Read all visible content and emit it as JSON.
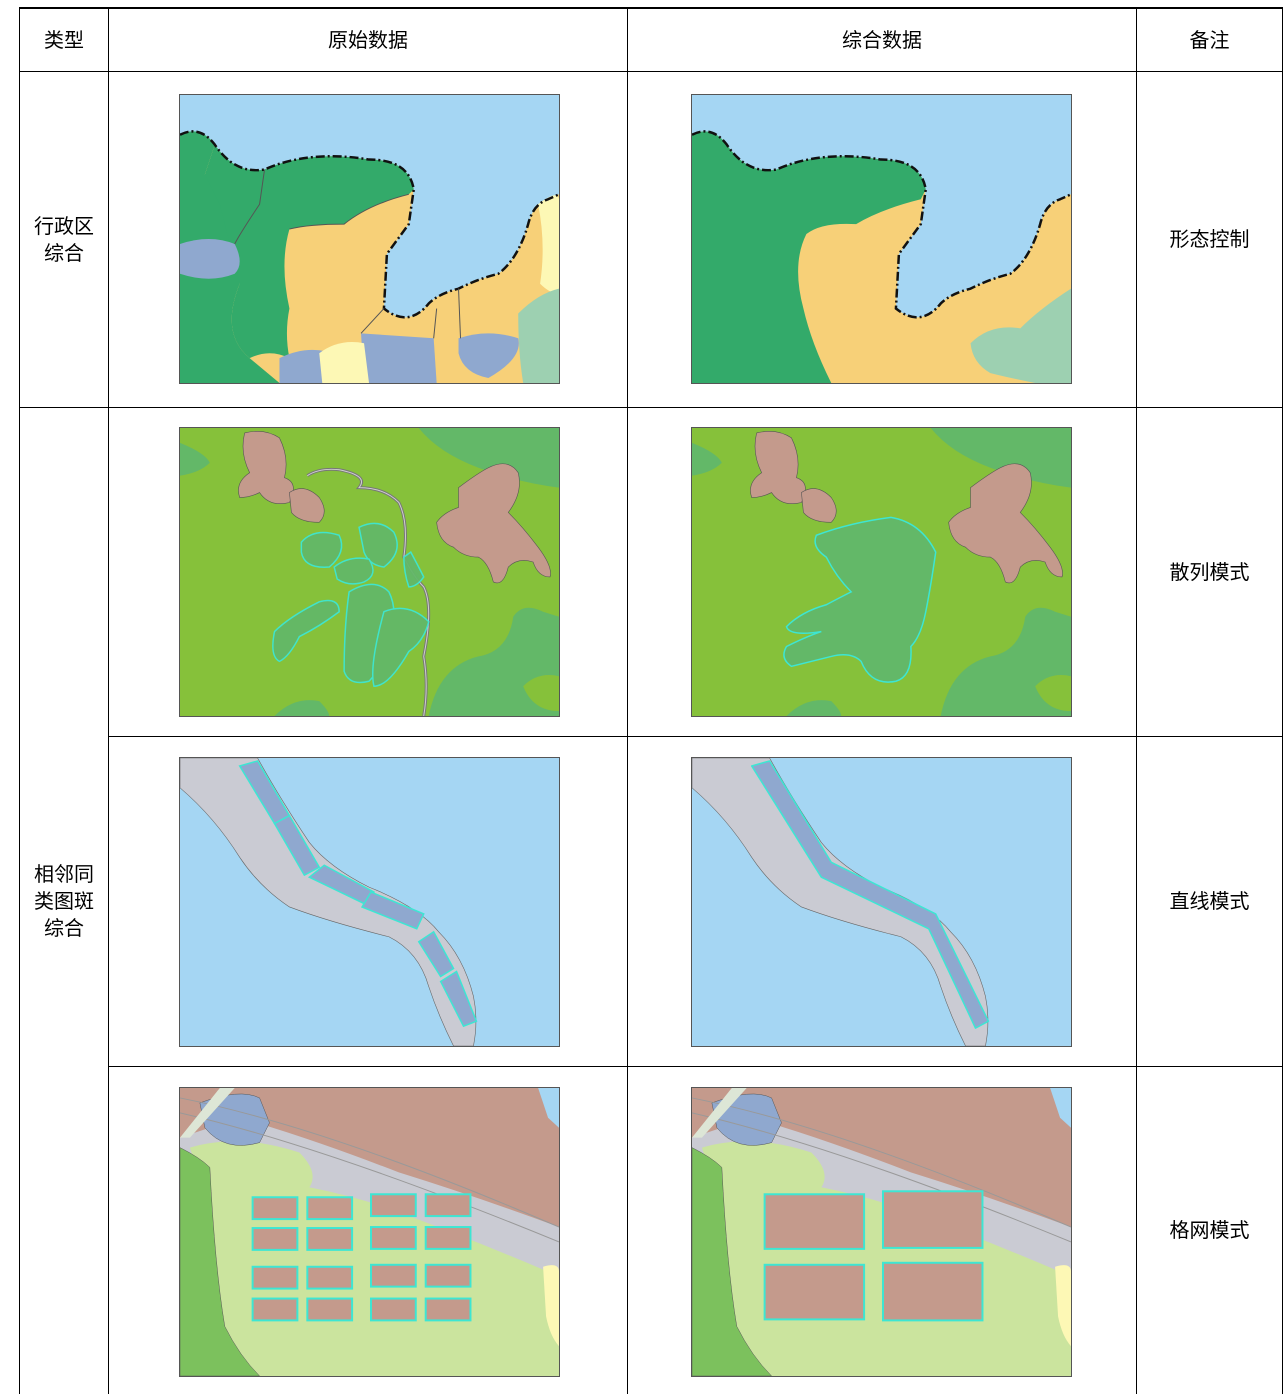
{
  "table": {
    "headers": {
      "type": "类型",
      "original": "原始数据",
      "generalized": "综合数据",
      "remark": "备注"
    },
    "row_admin": {
      "category": "行政区\n综合",
      "remark": "形态控制"
    },
    "row_adjacent": {
      "category": "相邻同\n类图斑\n综合",
      "sub_rows": [
        {
          "remark": "散列模式"
        },
        {
          "remark": "直线模式"
        },
        {
          "remark": "格网模式"
        }
      ]
    }
  },
  "colors": {
    "water": "#a5d6f3",
    "forest_dark": "#33aa6a",
    "orange_land": "#f7d078",
    "blue_gray": "#8fa8cf",
    "pale_yellow": "#fdf8b5",
    "mint": "#9dd0b1",
    "grass": "#86c13a",
    "grass_dark": "#63b868",
    "pink_brown": "#c49a8c",
    "highlight": "#3de6d3",
    "road_gray": "#cacbd3",
    "light_green": "#cbe49e",
    "mid_green": "#7cc15d"
  }
}
